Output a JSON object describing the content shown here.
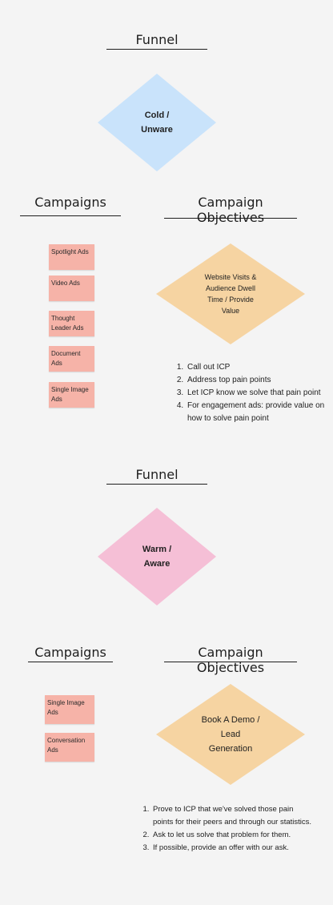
{
  "section1": {
    "funnel_heading": "Funnel",
    "stage": {
      "line1": "Cold /",
      "line2": "Unware",
      "color": "#c9e3fb"
    },
    "campaigns_heading": "Campaigns",
    "objectives_heading": "Campaign Objectives",
    "ads": [
      {
        "label": "Spotlight Ads"
      },
      {
        "label": "Video Ads"
      },
      {
        "label": "Thought Leader Ads"
      },
      {
        "label": "Document Ads"
      },
      {
        "label": "Single Image Ads"
      }
    ],
    "objective": {
      "lines": [
        "Website Visits &",
        "Audience Dwell",
        "Time / Provide",
        "Value"
      ],
      "color": "#f6d4a2"
    },
    "steps": [
      "Call out ICP",
      "Address top pain points",
      "Let ICP know we solve that pain point",
      "For engagement ads: provide value on how to solve pain point"
    ]
  },
  "section2": {
    "funnel_heading": "Funnel",
    "stage": {
      "line1": "Warm /",
      "line2": "Aware",
      "color": "#f5bfd6"
    },
    "campaigns_heading": "Campaigns",
    "objectives_heading": "Campaign Objectives",
    "ads": [
      {
        "label": "Single Image Ads"
      },
      {
        "label": "Conversation Ads"
      }
    ],
    "objective": {
      "lines": [
        "Book A Demo /",
        "Lead",
        "Generation"
      ],
      "color": "#f6d4a2"
    },
    "steps": [
      "Prove to ICP that we've solved those pain points for their peers and through our statistics.",
      "Ask to let us solve that problem for them.",
      "If possible, provide an offer with our ask."
    ]
  }
}
